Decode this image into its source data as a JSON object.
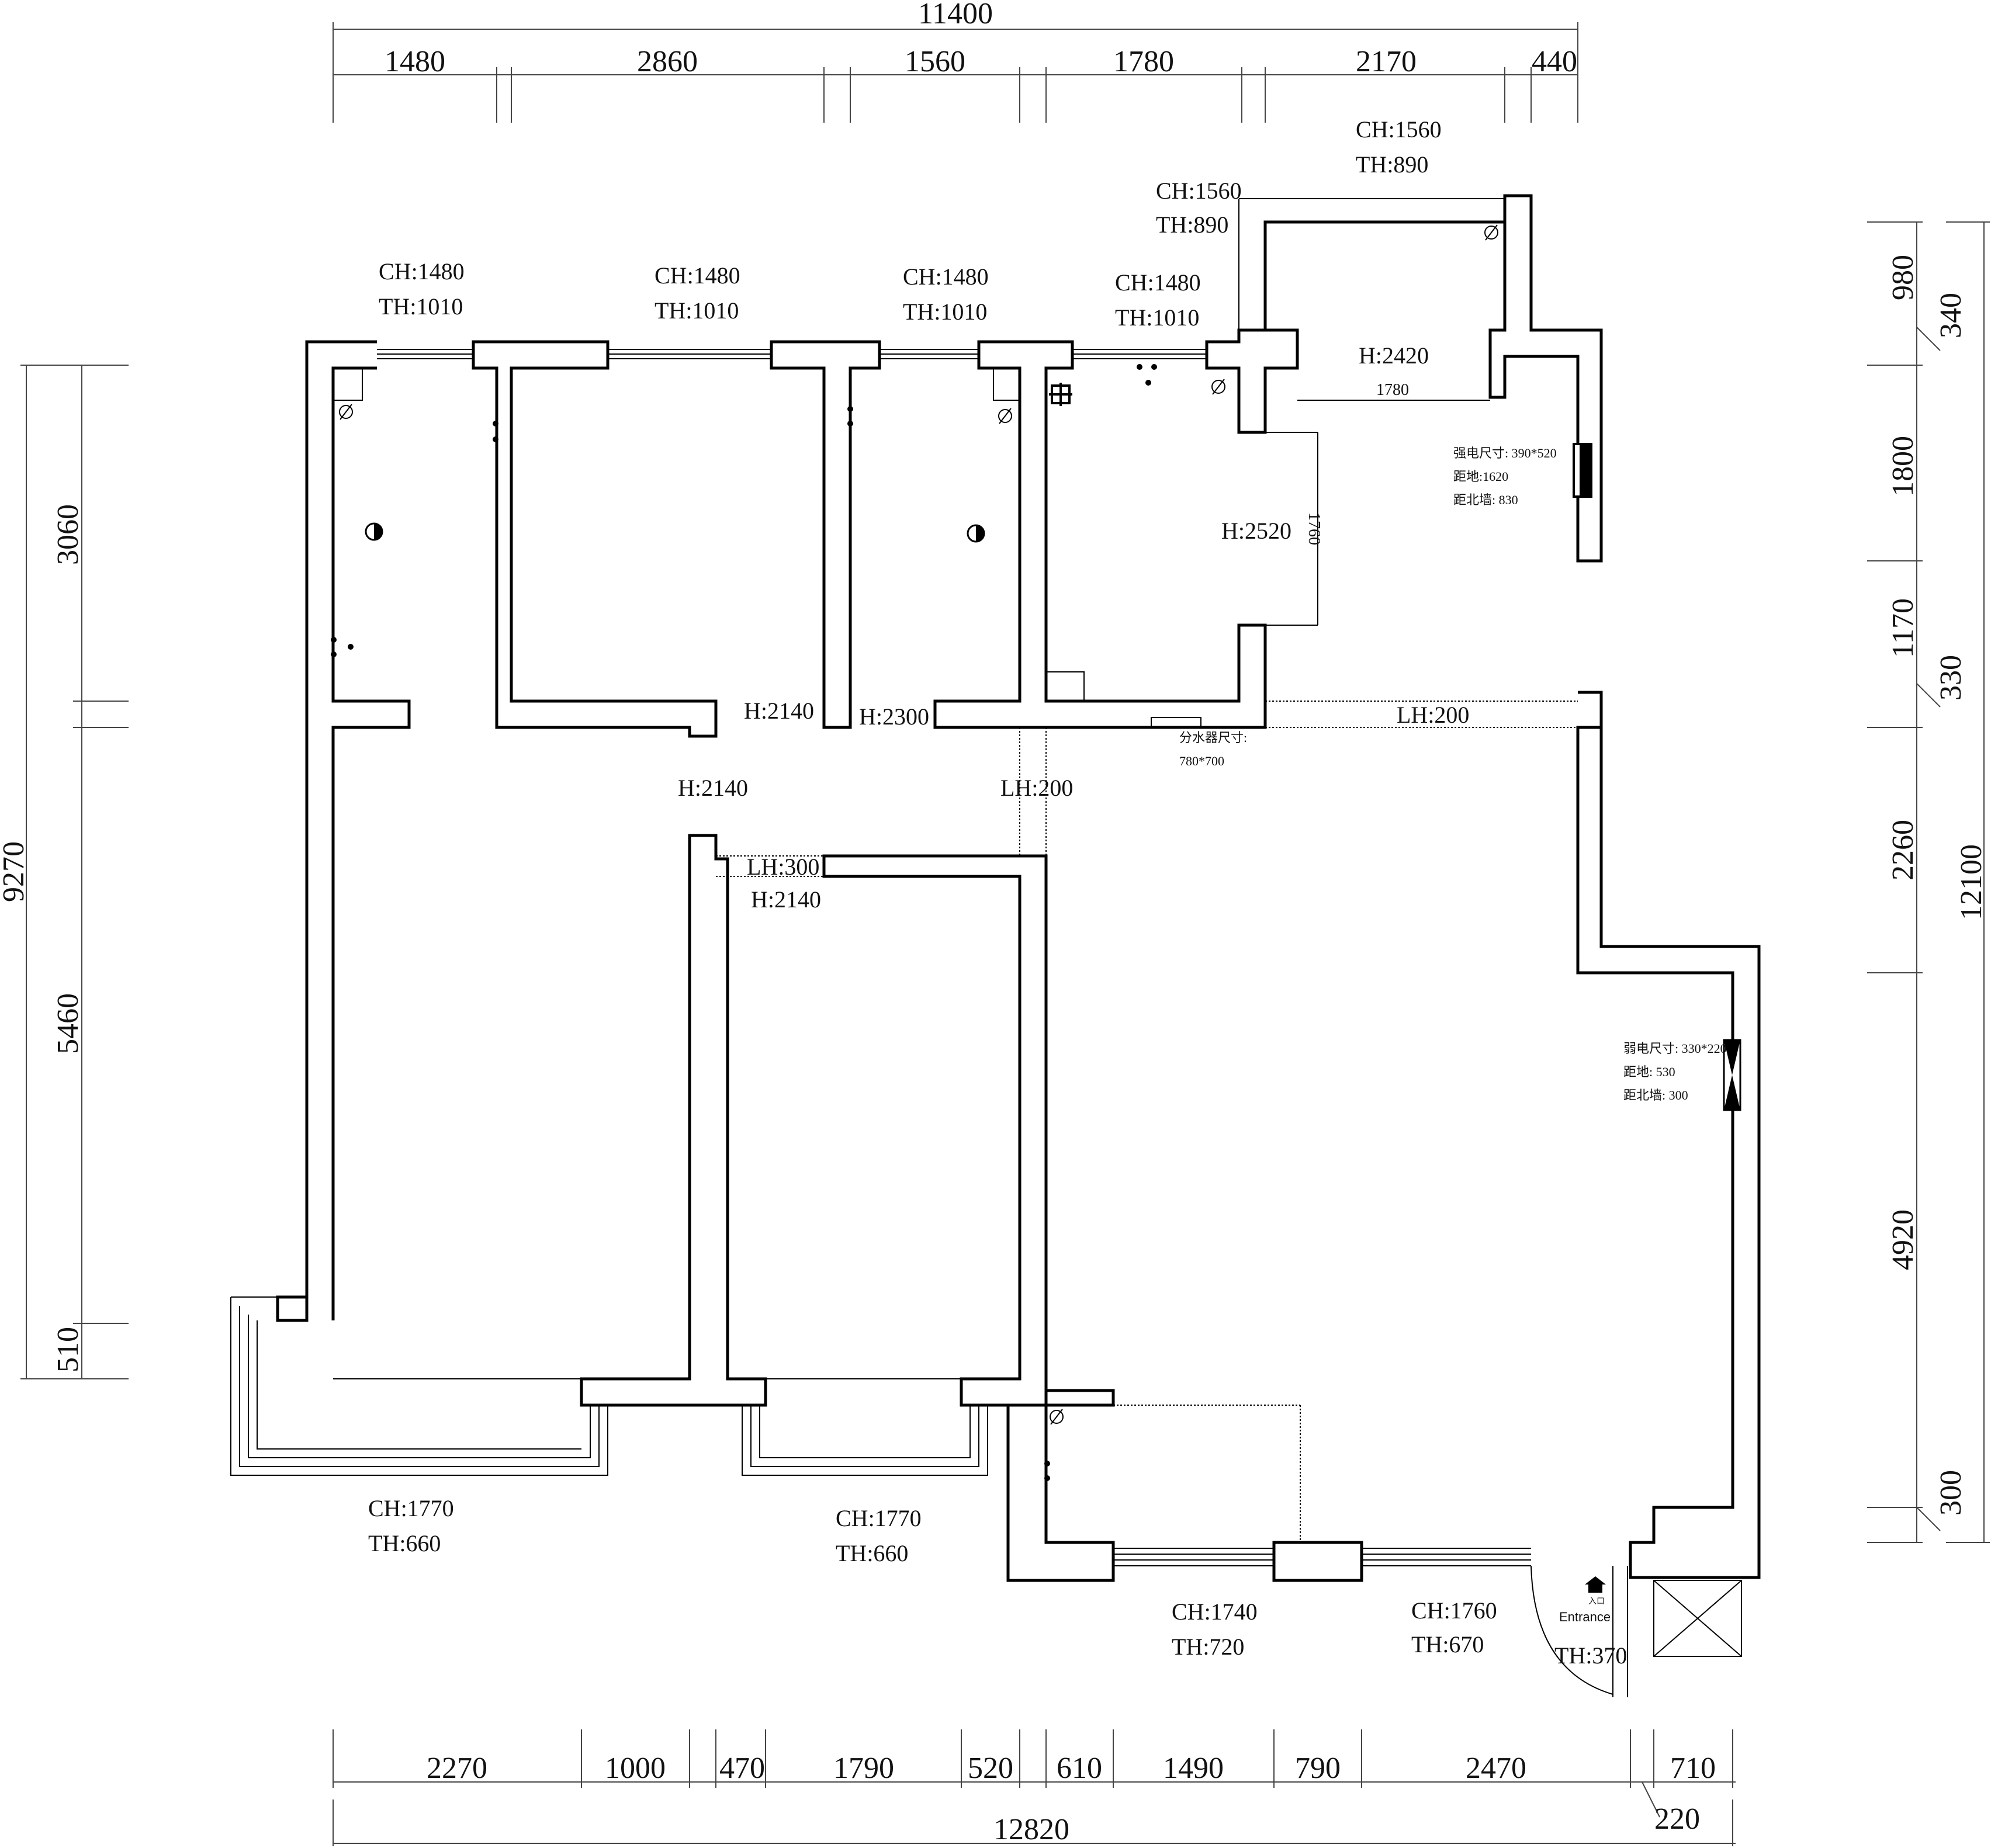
{
  "dimensions": {
    "top_total": "11400",
    "top": [
      "1480",
      "2860",
      "1560",
      "1780",
      "2170",
      "440"
    ],
    "bottom_total": "12820",
    "bottom": [
      "2270",
      "1000",
      "470",
      "1790",
      "520",
      "610",
      "1490",
      "790",
      "2470",
      "710"
    ],
    "bottom_extra": "220",
    "left_total": "9270",
    "left": [
      "3060",
      "5460",
      "510"
    ],
    "right_total": "12100",
    "right_inner": [
      "980",
      "1800",
      "1170",
      "2260",
      "4920"
    ],
    "right_outer": [
      "340",
      "330",
      "300"
    ]
  },
  "labels": {
    "win1_ch": "CH:1480",
    "win1_th": "TH:1010",
    "win2_ch": "CH:1480",
    "win2_th": "TH:1010",
    "win3_ch": "CH:1480",
    "win3_th": "TH:1010",
    "win4_ch": "CH:1480",
    "win4_th": "TH:1010",
    "win5_ch": "CH:1560",
    "win5_th": "TH:890",
    "win6_ch": "CH:1560",
    "win6_th": "TH:890",
    "bal1_ch": "CH:1770",
    "bal1_th": "TH:660",
    "bal2_ch": "CH:1770",
    "bal2_th": "TH:660",
    "win7_ch": "CH:1740",
    "win7_th": "TH:720",
    "win8_ch": "CH:1760",
    "win8_th": "TH:670",
    "entry_th": "TH:370",
    "h2420": "H:2420",
    "w1780": "1780",
    "h2520": "H:2520",
    "v1760": "1760",
    "h2140_a": "H:2140",
    "h2300": "H:2300",
    "h2140_b": "H:2140",
    "lh200_a": "LH:200",
    "lh200_b": "LH:200",
    "lh300": "LH:300",
    "h2140_c": "H:2140",
    "strong_power_size": "强电尺寸: 390*520",
    "strong_power_floor": "距地:1620",
    "strong_power_wall": "距北墙: 830",
    "weak_power_size": "弱电尺寸: 330*220",
    "weak_power_floor": "距地: 530",
    "weak_power_wall": "距北墙: 300",
    "manifold_size": "分水器尺寸:",
    "manifold_dims": "780*700",
    "entrance_cn": "入口",
    "entrance_en": "Entrance"
  }
}
